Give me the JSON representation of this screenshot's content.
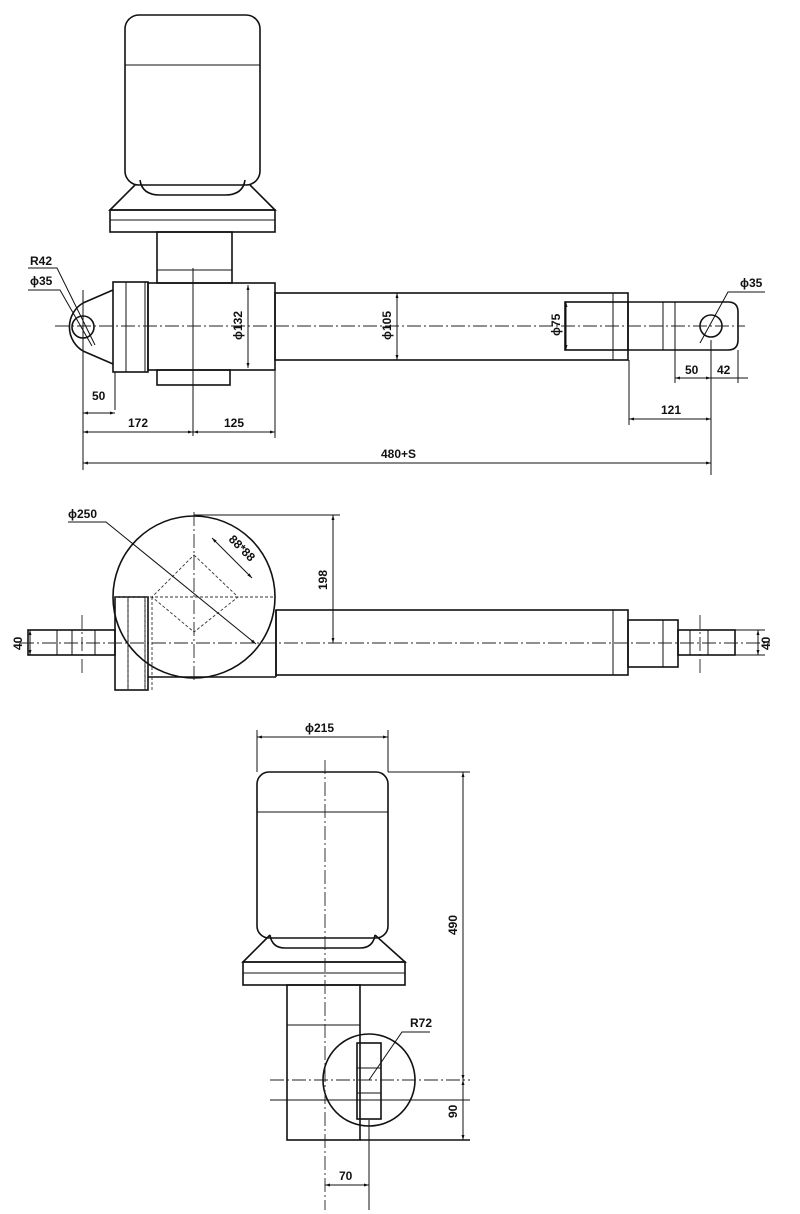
{
  "views": {
    "front": {
      "r42": "R42",
      "phi35_left": "ϕ35",
      "phi35_right": "ϕ35",
      "phi132": "ϕ132",
      "phi105": "ϕ105",
      "phi75": "ϕ75",
      "dim_50_left": "50",
      "dim_172": "172",
      "dim_125": "125",
      "dim_480s": "480+S",
      "dim_121": "121",
      "dim_50_right": "50",
      "dim_42": "42"
    },
    "top": {
      "phi250": "ϕ250",
      "square": "88*88",
      "dim_198": "198",
      "dim_40_left": "40",
      "dim_40_right": "40"
    },
    "side": {
      "phi215": "ϕ215",
      "dim_490": "490",
      "r72": "R72",
      "dim_90": "90",
      "dim_70": "70"
    }
  }
}
